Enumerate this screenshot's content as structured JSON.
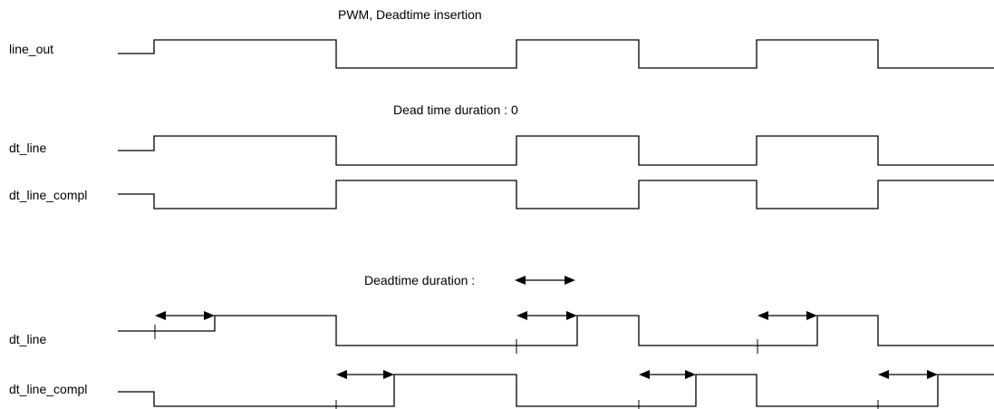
{
  "title": "PWM, Deadtime insertion",
  "section_zero_label": "Dead time duration : 0",
  "section_dt_label": "Deadtime duration :",
  "signals": {
    "line_out": "line_out",
    "dt_line": "dt_line",
    "dt_line_compl": "dt_line_compl"
  }
}
